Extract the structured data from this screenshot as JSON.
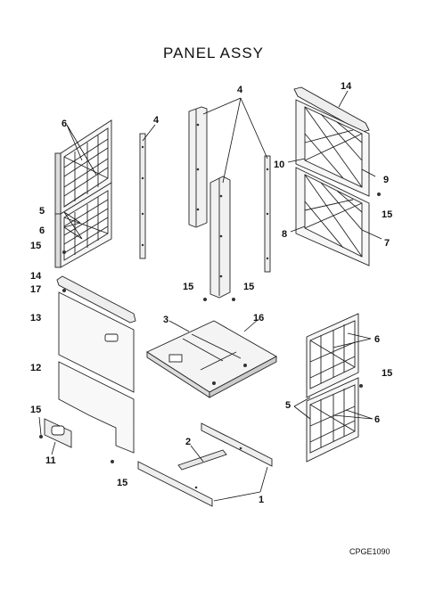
{
  "title": "PANEL ASSY",
  "drawing_code": "CPGE1090",
  "callouts": {
    "c1": "1",
    "c2": "2",
    "c3": "3",
    "c4a": "4",
    "c4b": "4",
    "c5a": "5",
    "c5b": "5",
    "c6a": "6",
    "c6b": "6",
    "c6c": "6",
    "c6d": "6",
    "c7": "7",
    "c8": "8",
    "c9": "9",
    "c10": "10",
    "c11": "11",
    "c12": "12",
    "c13": "13",
    "c14a": "14",
    "c14b": "14",
    "c15a": "15",
    "c15b": "15",
    "c15c": "15",
    "c15d": "15",
    "c15e": "15",
    "c15f": "15",
    "c15g": "15",
    "c16": "16",
    "c17": "17"
  }
}
